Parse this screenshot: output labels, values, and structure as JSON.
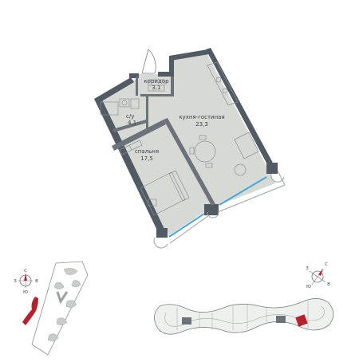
{
  "rooms": [
    {
      "id": "corridor",
      "name": "коридор",
      "area": "3,1"
    },
    {
      "id": "bathroom",
      "name": "с/у",
      "area": "4,1"
    },
    {
      "id": "kitchen",
      "name": "кухня-гостиная",
      "area": "23,3"
    },
    {
      "id": "bedroom",
      "name": "спальня",
      "area": "17,5"
    }
  ],
  "compass_left": {
    "north": "С",
    "south": "Ю",
    "west": "З",
    "east": "В"
  },
  "compass_right": {
    "north": "С",
    "south": "Ю",
    "west": "З",
    "east": "В"
  },
  "colors": {
    "wall": "#525a63",
    "floor": "#d7d9d5",
    "glazing": "#4aa6d8",
    "highlight": "#b3232d",
    "line": "#6e757c"
  }
}
